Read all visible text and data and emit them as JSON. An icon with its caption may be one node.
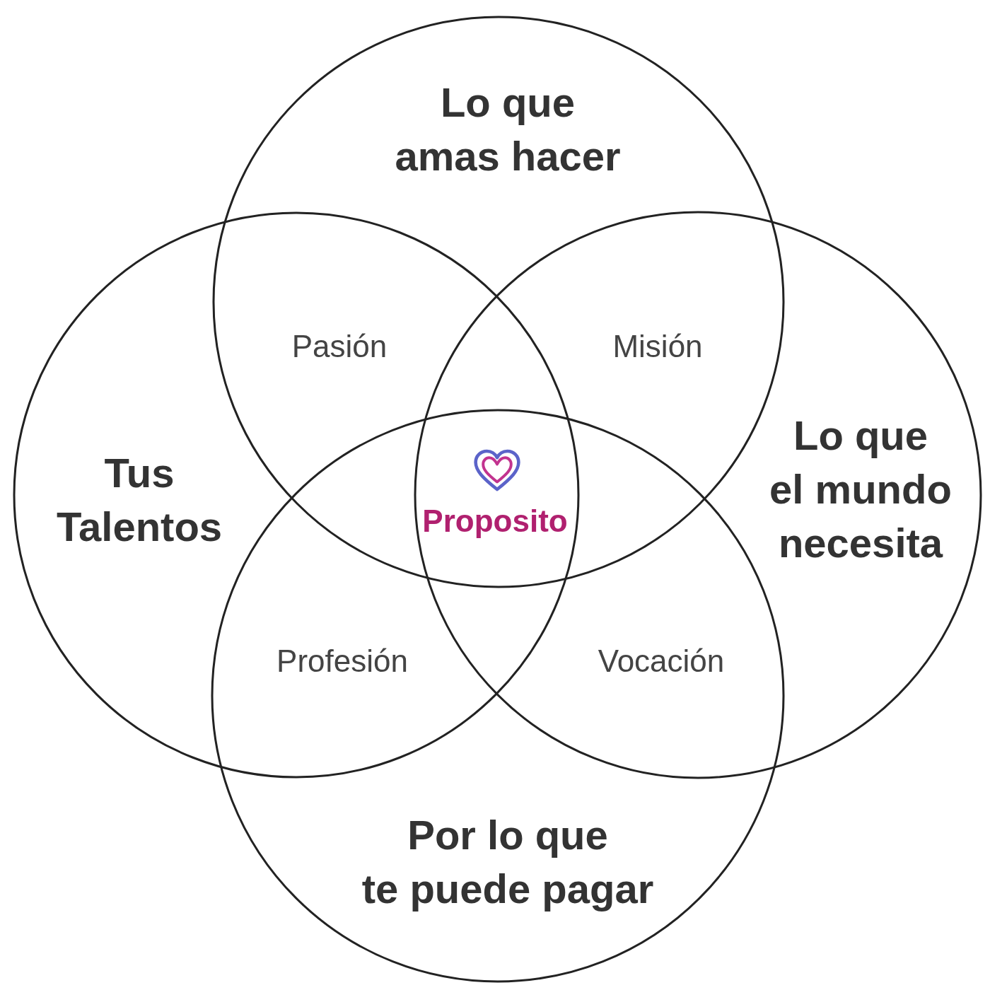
{
  "diagram": {
    "nodes": [
      {
        "text": [
          "Lo que amas hacer"
        ]
      },
      {
        "text": [
          "Tus Talentos"
        ]
      },
      {
        "text": [
          "Lo que el mundo necesita"
        ]
      },
      {
        "text": [
          "Por lo que te puede pagar"
        ]
      }
    ],
    "labels": [
      "Pasión",
      "Misión",
      "Proposito",
      "Profesión",
      "Vocación"
    ]
  }
}
